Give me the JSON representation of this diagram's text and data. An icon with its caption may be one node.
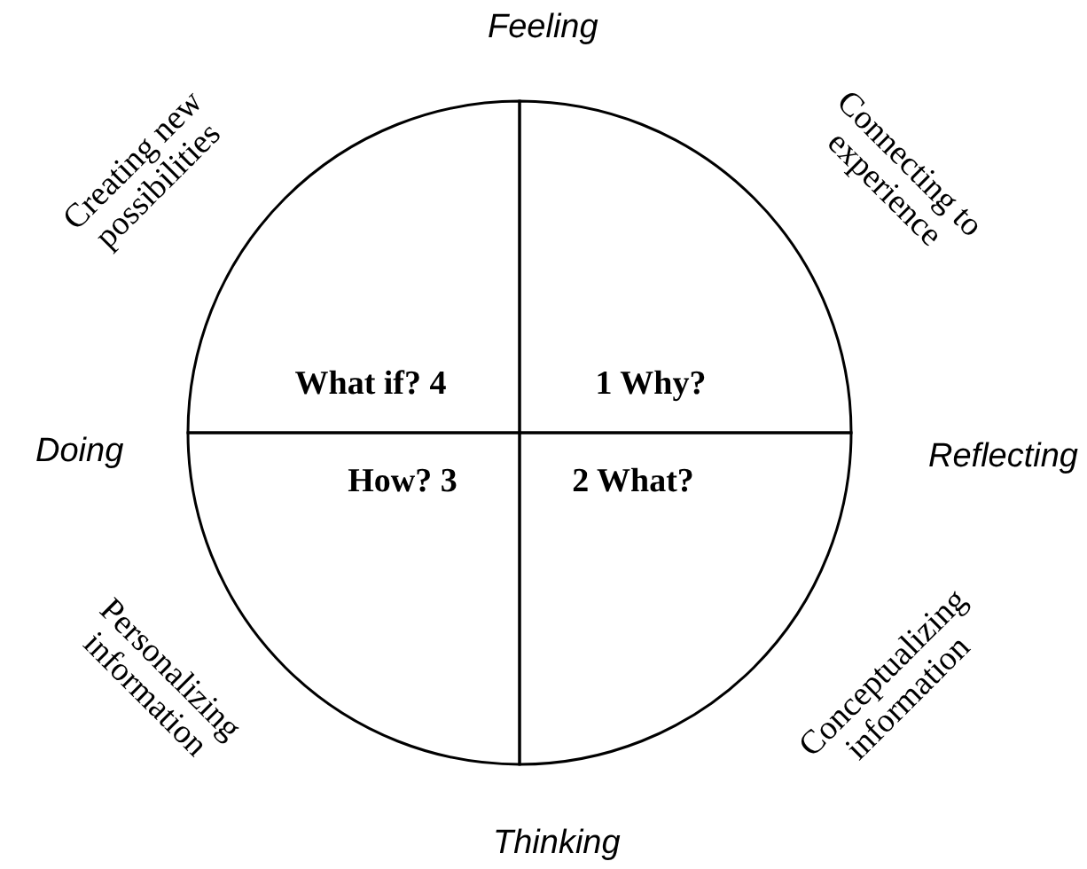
{
  "diagram": {
    "nodes": [
      {
        "text": [
          "What if? 4"
        ]
      },
      {
        "text": [
          "1 Why?"
        ]
      },
      {
        "text": [
          "How? 3"
        ]
      },
      {
        "text": [
          "2 What?"
        ]
      }
    ],
    "edges": [],
    "labels": [
      "Feeling",
      "Creating new possibilities",
      "Connecting to experience",
      "Doing",
      "Reflecting",
      "Personalizing information",
      "Conceptualizing information",
      "Thinking"
    ]
  }
}
